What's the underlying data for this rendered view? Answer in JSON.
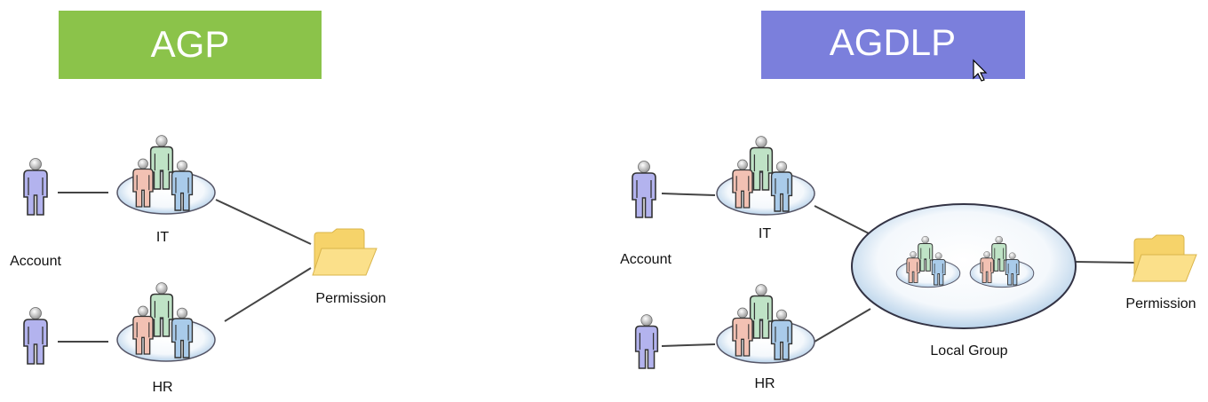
{
  "colors": {
    "agp": "#8bc34a",
    "agdlp": "#7b7fdc"
  },
  "agp": {
    "title": "AGP",
    "account_label": "Account",
    "group_it": "IT",
    "group_hr": "HR",
    "permission_label": "Permission"
  },
  "agdlp": {
    "title": "AGDLP",
    "account_label": "Account",
    "group_it": "IT",
    "group_hr": "HR",
    "local_group_label": "Local Group",
    "permission_label": "Permission"
  }
}
